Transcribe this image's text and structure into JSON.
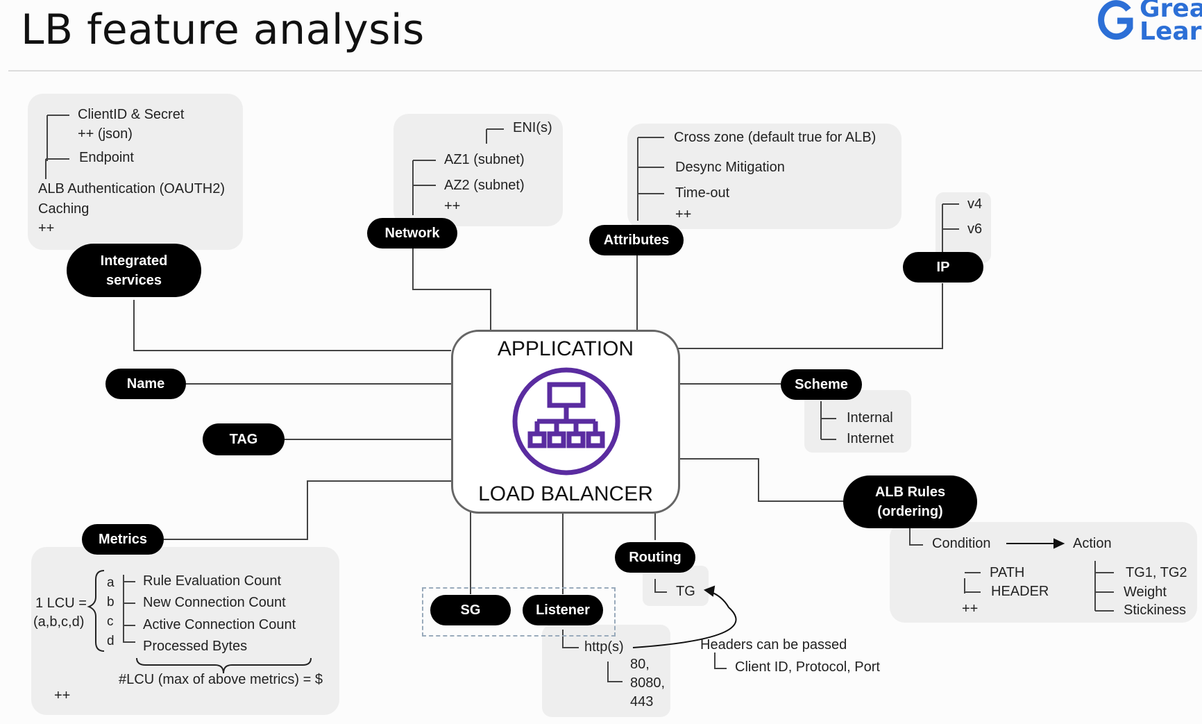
{
  "page": {
    "title": "LB feature analysis",
    "logo_line1": "Grea",
    "logo_line2": "Learn"
  },
  "center": {
    "top_label": "APPLICATION",
    "bottom_label": "LOAD BALANCER",
    "icon": "load-balancer-icon",
    "accent_color": "#5a2ca0"
  },
  "integrated": {
    "label_line1": "Integrated",
    "label_line2": "services",
    "items": [
      "ClientID & Secret",
      "++ (json)",
      "Endpoint",
      "ALB Authentication (OAUTH2)",
      "Caching",
      "++"
    ]
  },
  "network": {
    "label": "Network",
    "items": [
      "ENI(s)",
      "AZ1 (subnet)",
      "AZ2 (subnet)",
      "++"
    ]
  },
  "attributes": {
    "label": "Attributes",
    "items": [
      "Cross zone (default true for ALB)",
      "Desync Mitigation",
      "Time-out",
      "++"
    ]
  },
  "ip": {
    "label": "IP",
    "items": [
      "v4",
      "v6"
    ]
  },
  "name": {
    "label": "Name"
  },
  "tag": {
    "label": "TAG"
  },
  "scheme": {
    "label": "Scheme",
    "items": [
      "Internal",
      "Internet"
    ]
  },
  "alb_rules": {
    "label_line1": "ALB Rules",
    "label_line2": "(ordering)",
    "condition": "Condition",
    "action": "Action",
    "condition_items": [
      "PATH",
      "HEADER",
      "++"
    ],
    "action_items": [
      "TG1, TG2",
      "Weight",
      "Stickiness"
    ]
  },
  "routing": {
    "label": "Routing",
    "tg": "TG"
  },
  "sg": {
    "label": "SG"
  },
  "listener": {
    "label": "Listener",
    "protocol": "http(s)",
    "ports": [
      "80,",
      "8080,",
      "443"
    ],
    "headers_note": "Headers can be passed",
    "headers_detail": "Client ID, Protocol, Port"
  },
  "metrics": {
    "label": "Metrics",
    "lcu_line1": "1 LCU =",
    "lcu_line2": "(a,b,c,d)",
    "letters": [
      "a",
      "b",
      "c",
      "d"
    ],
    "items": [
      "Rule Evaluation Count",
      "New Connection Count",
      "Active Connection Count",
      "Processed Bytes"
    ],
    "formula": "#LCU (max of above metrics) = $",
    "more": "++"
  }
}
